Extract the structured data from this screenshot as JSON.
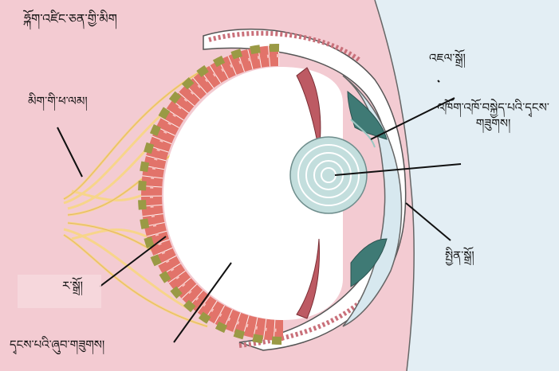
{
  "labels": {
    "title": "ཧྐོག་འཛིང་ཅན་གྱི་མིག",
    "compound_eye": "མིག་གི་ཕ་ལམ།",
    "cornea": "འཇལ་སྒྲོ།",
    "aqueous_line1": "འཁོག་འཁོ་བསྐྱེད་པའི་དྭངས་",
    "aqueous_line2": "གཟུགས།",
    "iris": "སྤྱིན་སྒྲོ།",
    "retina": "ར་སྒྲོ།",
    "vitreous": "དྭངས་པའི་ཞུབ་གཟུགས།"
  },
  "colors": {
    "background": "#f3cbd2",
    "light_panel": "#e3eef4",
    "photoreceptor_cells": "#e2736a",
    "pigment_cells": "#9a9a45",
    "nerve_fibers": "#f7d58a",
    "lens": "#c3dedd",
    "iris_tissue": "#3f7a75",
    "muscle_band": "#bd5a63"
  }
}
